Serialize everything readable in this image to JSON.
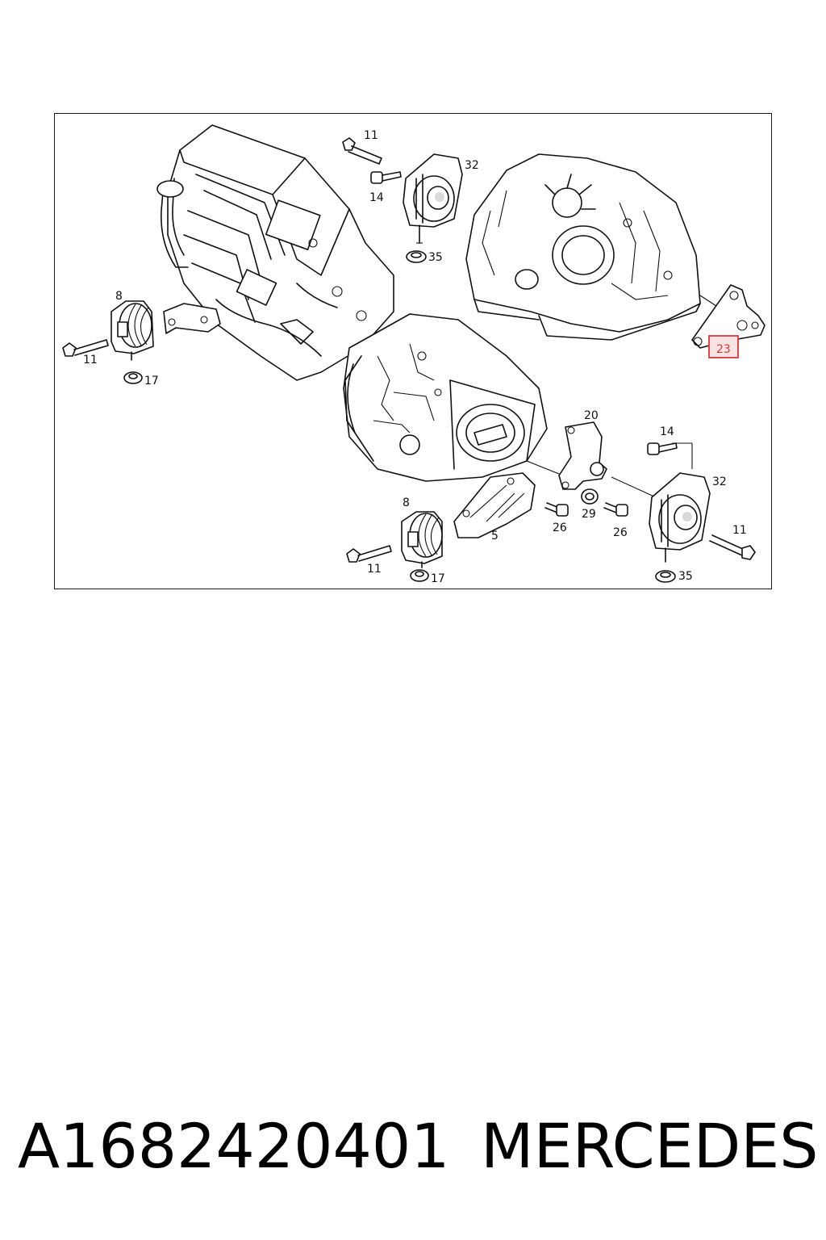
{
  "diagram": {
    "highlighted_part": "23",
    "callouts": [
      {
        "id": "c11a",
        "label": "11"
      },
      {
        "id": "c14a",
        "label": "14"
      },
      {
        "id": "c32a",
        "label": "32"
      },
      {
        "id": "c35a",
        "label": "35"
      },
      {
        "id": "c8a",
        "label": "8"
      },
      {
        "id": "c11b",
        "label": "11"
      },
      {
        "id": "c17a",
        "label": "17"
      },
      {
        "id": "c23",
        "label": "23"
      },
      {
        "id": "c20",
        "label": "20"
      },
      {
        "id": "c14b",
        "label": "14"
      },
      {
        "id": "c32b",
        "label": "32"
      },
      {
        "id": "c8b",
        "label": "8"
      },
      {
        "id": "c5",
        "label": "5"
      },
      {
        "id": "c26a",
        "label": "26"
      },
      {
        "id": "c29",
        "label": "29"
      },
      {
        "id": "c26b",
        "label": "26"
      },
      {
        "id": "c11c",
        "label": "11"
      },
      {
        "id": "c11d",
        "label": "11"
      },
      {
        "id": "c17b",
        "label": "17"
      },
      {
        "id": "c35b",
        "label": "35"
      }
    ]
  },
  "footer": {
    "part_number": "A1682420401",
    "brand": "MERCEDES"
  }
}
